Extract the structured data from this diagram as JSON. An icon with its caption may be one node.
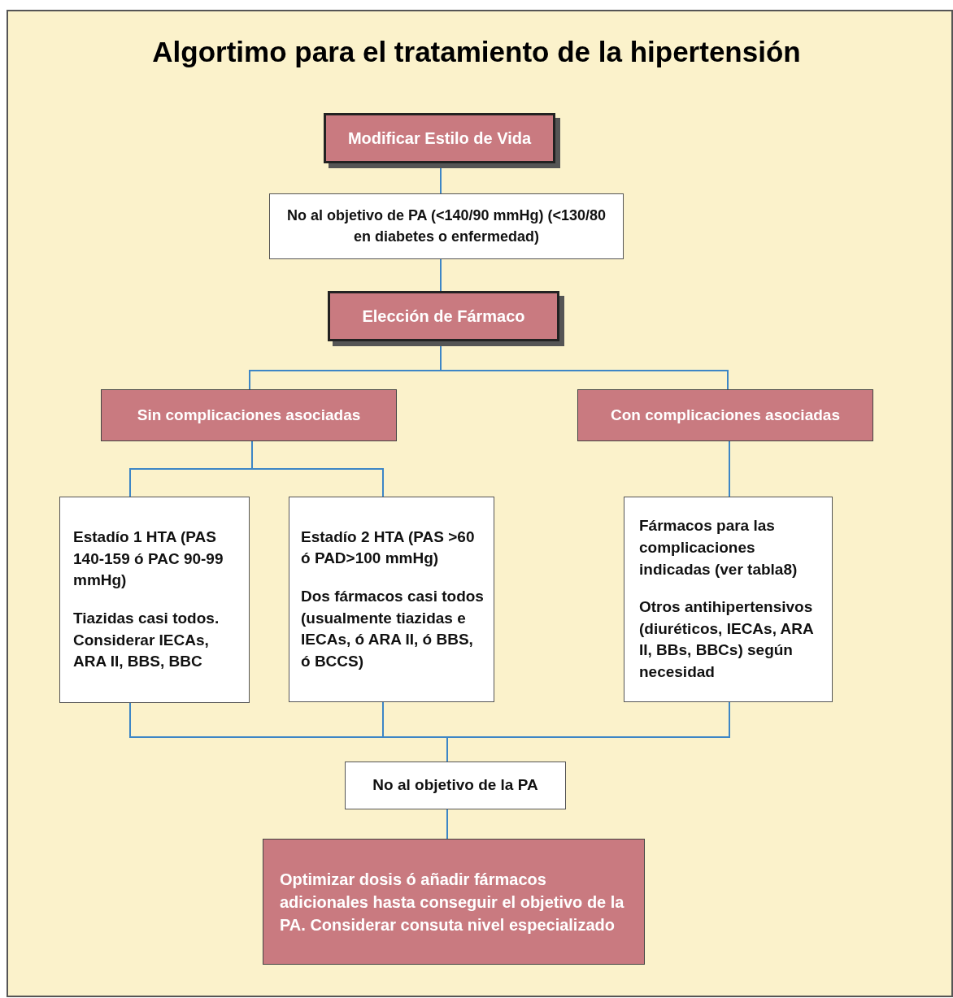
{
  "diagram": {
    "title": "Algortimo para el tratamiento de la hipertensión",
    "nodes": [
      {
        "text": [
          "Modificar Estilo de Vida"
        ]
      },
      {
        "text": [
          "No al objetivo de PA (<140/90 mmHg) (<130/80 en diabetes o enfermedad)"
        ]
      },
      {
        "text": [
          "Elección de Fármaco"
        ]
      },
      {
        "text": [
          "Sin complicaciones asociadas"
        ]
      },
      {
        "text": [
          "Con complicaciones asociadas"
        ]
      },
      {
        "text": [
          "Estadío 1 HTA (PAS 140-159 ó PAC 90-99 mmHg)",
          "Tiazidas casi todos. Considerar IECAs, ARA II, BBS, BBC"
        ]
      },
      {
        "text": [
          "Estadío 2 HTA (PAS >60 ó PAD>100 mmHg)",
          "Dos fármacos casi todos (usualmente tiazidas e IECAs, ó ARA II, ó BBS, ó BCCS)"
        ]
      },
      {
        "text": [
          "Fármacos para las complicaciones indicadas (ver tabla8)",
          "Otros antihipertensivos (diuréticos, IECAs, ARA II, BBs, BBCs) según necesidad"
        ]
      },
      {
        "text": [
          "No al objetivo de la PA"
        ]
      },
      {
        "text": [
          "Optimizar dosis ó añadir fármacos adicionales hasta conseguir el objetivo de la PA. Considerar consuta nivel especializado"
        ]
      }
    ],
    "edges": [
      {
        "from": 0,
        "to": 1,
        "arrow": "none"
      },
      {
        "from": 1,
        "to": 2,
        "arrow": "none"
      },
      {
        "from": 2,
        "to": 3,
        "arrow": "none"
      },
      {
        "from": 2,
        "to": 4,
        "arrow": "none"
      },
      {
        "from": 3,
        "to": 5,
        "arrow": "none"
      },
      {
        "from": 3,
        "to": 6,
        "arrow": "none"
      },
      {
        "from": 4,
        "to": 7,
        "arrow": "none"
      },
      {
        "from": 5,
        "to": 8,
        "arrow": "none"
      },
      {
        "from": 6,
        "to": 8,
        "arrow": "none"
      },
      {
        "from": 7,
        "to": 8,
        "arrow": "none"
      },
      {
        "from": 8,
        "to": 9,
        "arrow": "none"
      }
    ]
  }
}
